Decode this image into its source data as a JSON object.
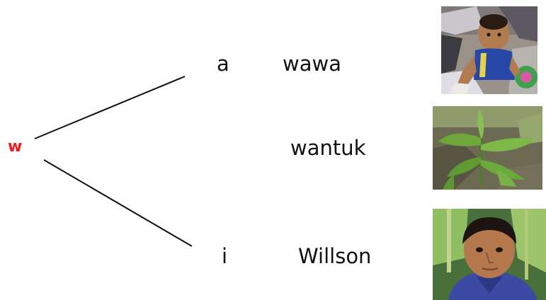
{
  "root": {
    "letter": "w",
    "color": "#ee1c1c"
  },
  "branches": [
    {
      "vowel": "a",
      "word": "wawa"
    },
    {
      "vowel": "",
      "word": "wantuk"
    },
    {
      "vowel": "i",
      "word": "Willson"
    }
  ],
  "photos": [
    {
      "icon": "baby-photo-icon"
    },
    {
      "icon": "plant-photo-icon"
    },
    {
      "icon": "boy-photo-icon"
    }
  ],
  "colors": {
    "line": "#111111",
    "text": "#111111"
  }
}
